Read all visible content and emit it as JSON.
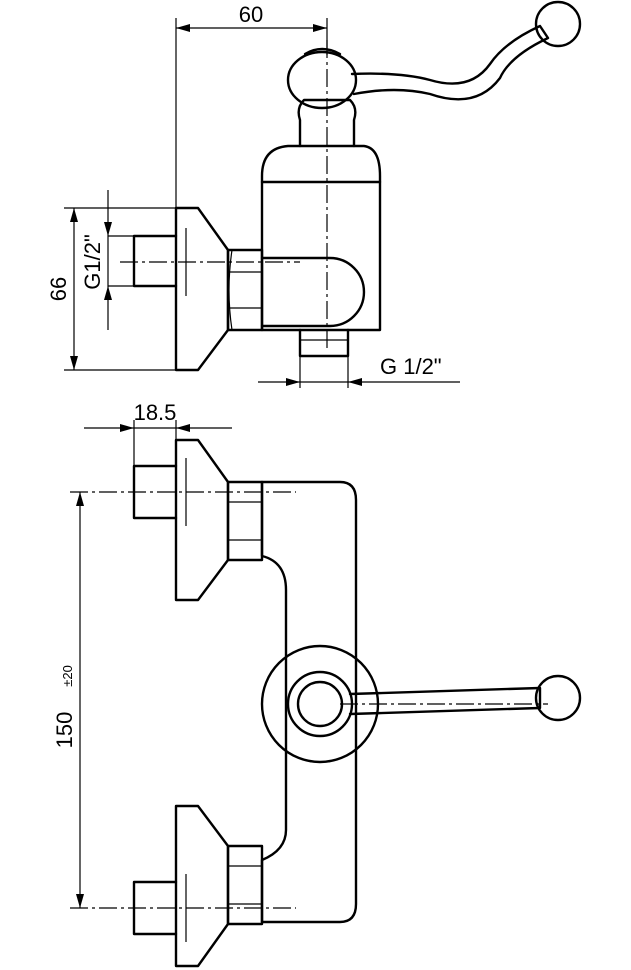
{
  "dimensions": {
    "top_width": "60",
    "height": "66",
    "inlet_thread": "G1/2\"",
    "outlet_thread": "G 1/2\"",
    "inlet_depth": "18.5",
    "center_distance": "150",
    "center_tolerance": "±20"
  }
}
